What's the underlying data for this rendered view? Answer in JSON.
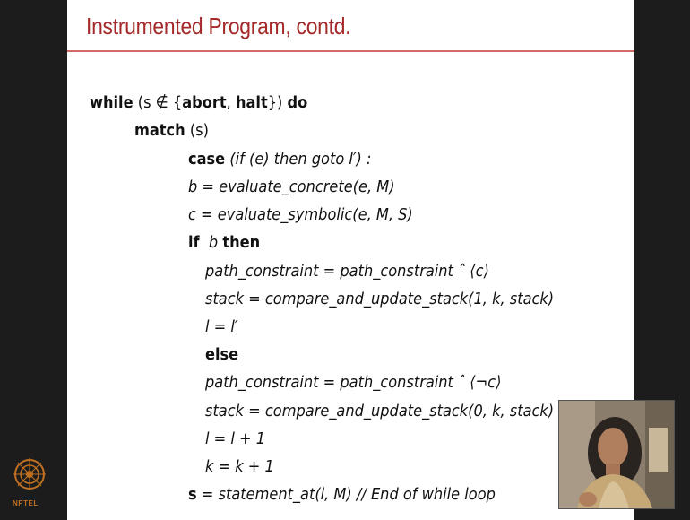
{
  "slide": {
    "title": "Instrumented Program, contd."
  },
  "code": {
    "l1_while": "while",
    "l1_cond": "(s ∉ {",
    "l1_abort": "abort",
    "l1_comma": ",",
    "l1_halt": "halt",
    "l1_close": "})",
    "l1_do": "do",
    "l2_match": "match",
    "l2_arg": "(s)",
    "l3_case": "case",
    "l3_rest": "(if (e) then goto l′) :",
    "l4": "b = evaluate_concrete(e, M)",
    "l5": "c = evaluate_symbolic(e, M, S)",
    "l6_if": "if",
    "l6_b": "b",
    "l6_then": "then",
    "l7": "path_constraint = path_constraint ˆ ⟨c⟩",
    "l8": "stack = compare_and_update_stack(1, k, stack)",
    "l9": "l = l′",
    "l10_else": "else",
    "l11": "path_constraint = path_constraint ˆ ⟨¬c⟩",
    "l12": "stack = compare_and_update_stack(0, k, stack)",
    "l13": "l = l + 1",
    "l14": "k = k + 1",
    "l15_s": "s",
    "l15_rest": "= statement_at(l, M) // End of while loop"
  },
  "branding": {
    "logo_text": "NPTEL"
  },
  "colors": {
    "title": "#a52a2a",
    "title_rule": "#d26a6a",
    "side_bars": "#1c1c1c",
    "logo": "#c07020"
  }
}
